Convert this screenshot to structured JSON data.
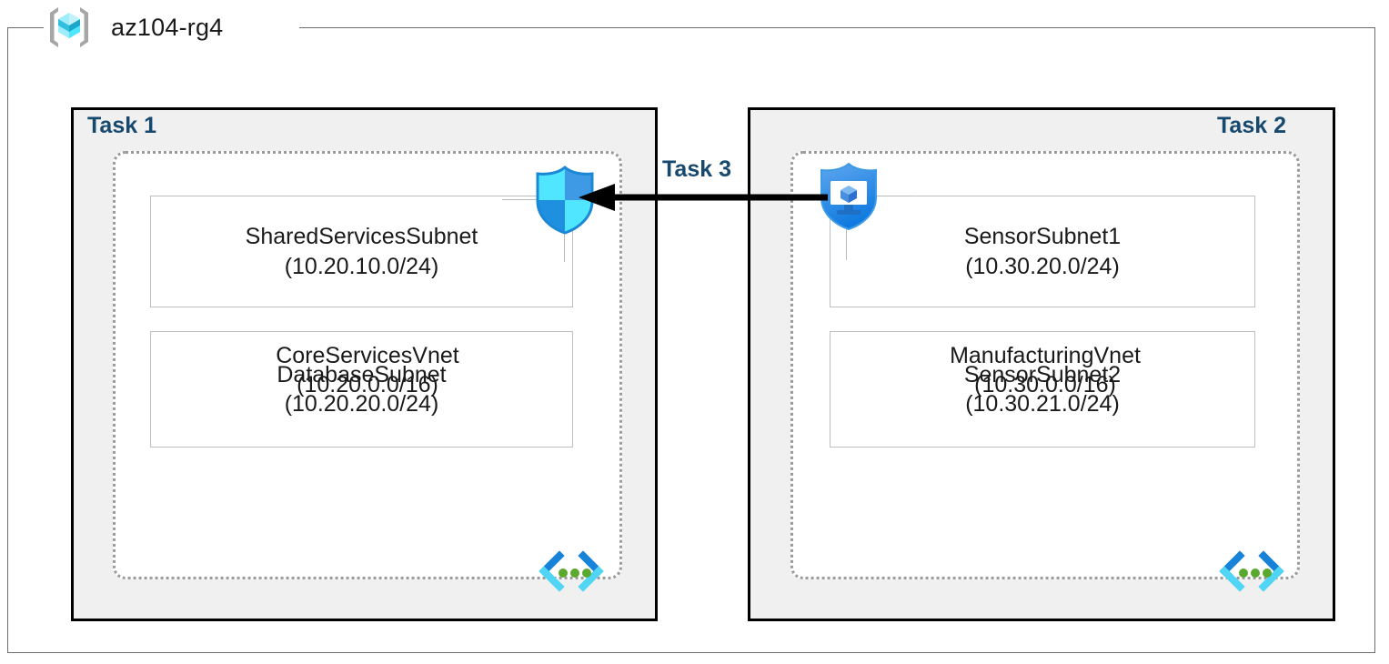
{
  "resource_group": {
    "icon": "azure-resource-group-cube-icon",
    "title": "az104-rg4"
  },
  "tasks": [
    {
      "label": "Task 1"
    },
    {
      "label": "Task 2"
    },
    {
      "label": "Task 3"
    }
  ],
  "vnets": [
    {
      "name": "CoreServicesVnet",
      "cidr": "(10.20.0.0/16)",
      "icon": "virtual-network-icon",
      "subnets": [
        {
          "name": "SharedServicesSubnet",
          "cidr": "(10.20.10.0/24)"
        },
        {
          "name": "DatabaseSubnet",
          "cidr": "(10.20.20.0/24)"
        }
      ]
    },
    {
      "name": "ManufacturingVnet",
      "cidr": "(10.30.0.0/16)",
      "icon": "virtual-network-icon",
      "subnets": [
        {
          "name": "SensorSubnet1",
          "cidr": "(10.30.20.0/24)"
        },
        {
          "name": "SensorSubnet2",
          "cidr": "(10.30.21.0/24)"
        }
      ]
    }
  ],
  "icons": {
    "left_shield": "network-security-group-shield-icon",
    "right_shield": "network-security-group-monitor-shield-icon",
    "connection_arrow": "peering-arrow-left-icon"
  },
  "colors": {
    "task_label": "#17496f",
    "task_box_fill": "#f0f0f0",
    "task_box_border": "#000000",
    "vnet_border": "#9a9a9a",
    "subnet_border": "#bfbfbf",
    "rg_frame_border": "#6e6e6e",
    "azure_blue": "#0078d4",
    "azure_cyan": "#50e6ff",
    "vnet_icon_green": "#5ba82e",
    "arrow": "#000000"
  }
}
